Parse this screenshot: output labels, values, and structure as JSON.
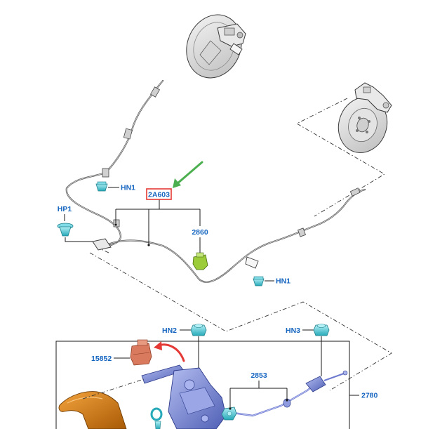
{
  "diagram": {
    "callouts": {
      "part_2A603": "2A603",
      "hn1_upper": "HN1",
      "hp1": "HP1",
      "part_2860": "2860",
      "hn1_lower": "HN1",
      "hn2": "HN2",
      "hn3": "HN3",
      "part_15852": "15852",
      "part_2853": "2853",
      "part_2780": "2780"
    },
    "colors": {
      "callout_text": "#1565c0",
      "highlight_box": "#e53935",
      "pointer_arrow": "#4caf50",
      "fastener": "#4dd0e1",
      "clip_2860": "#9ccc3a",
      "connector_15852": "#d97a5f",
      "lever_assembly": "#7f8fd6",
      "handle": "#e0860f",
      "rotation_arrow": "#e53935"
    },
    "icons": {
      "pointer": "arrow-icon",
      "rotation": "curved-arrow-icon"
    }
  }
}
